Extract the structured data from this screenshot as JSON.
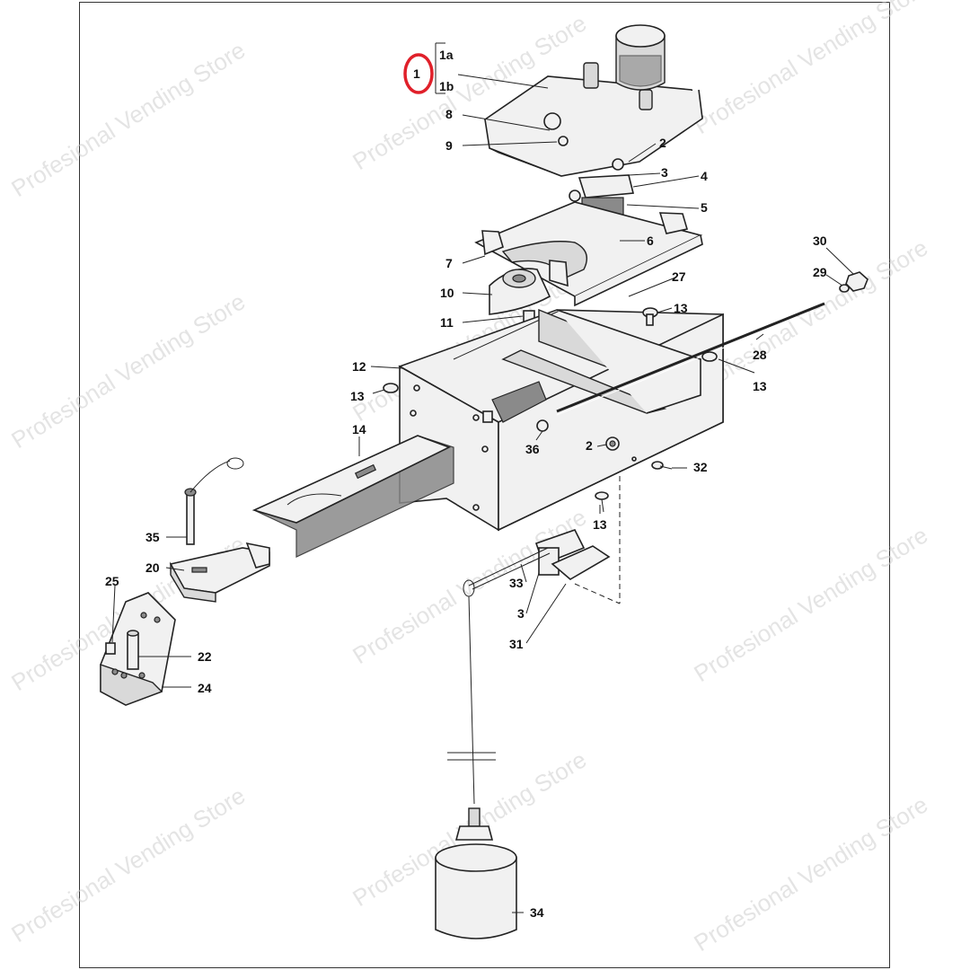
{
  "watermark": {
    "text": "Profesional Vending Store"
  },
  "highlight": {
    "part": "1",
    "color": "#e0202a"
  },
  "labels": {
    "l1": "1",
    "l1a": "1a",
    "l1b": "1b",
    "l2a": "2",
    "l2b": "2",
    "l3a": "3",
    "l3b": "3",
    "l4": "4",
    "l5": "5",
    "l6": "6",
    "l7": "7",
    "l8": "8",
    "l9": "9",
    "l10": "10",
    "l11": "11",
    "l12": "12",
    "l13a": "13",
    "l13b": "13",
    "l13c": "13",
    "l13d": "13",
    "l14": "14",
    "l20": "20",
    "l22": "22",
    "l24": "24",
    "l25": "25",
    "l27": "27",
    "l28": "28",
    "l29": "29",
    "l30": "30",
    "l31": "31",
    "l32": "32",
    "l33": "33",
    "l34": "34",
    "l35": "35",
    "l36": "36"
  }
}
